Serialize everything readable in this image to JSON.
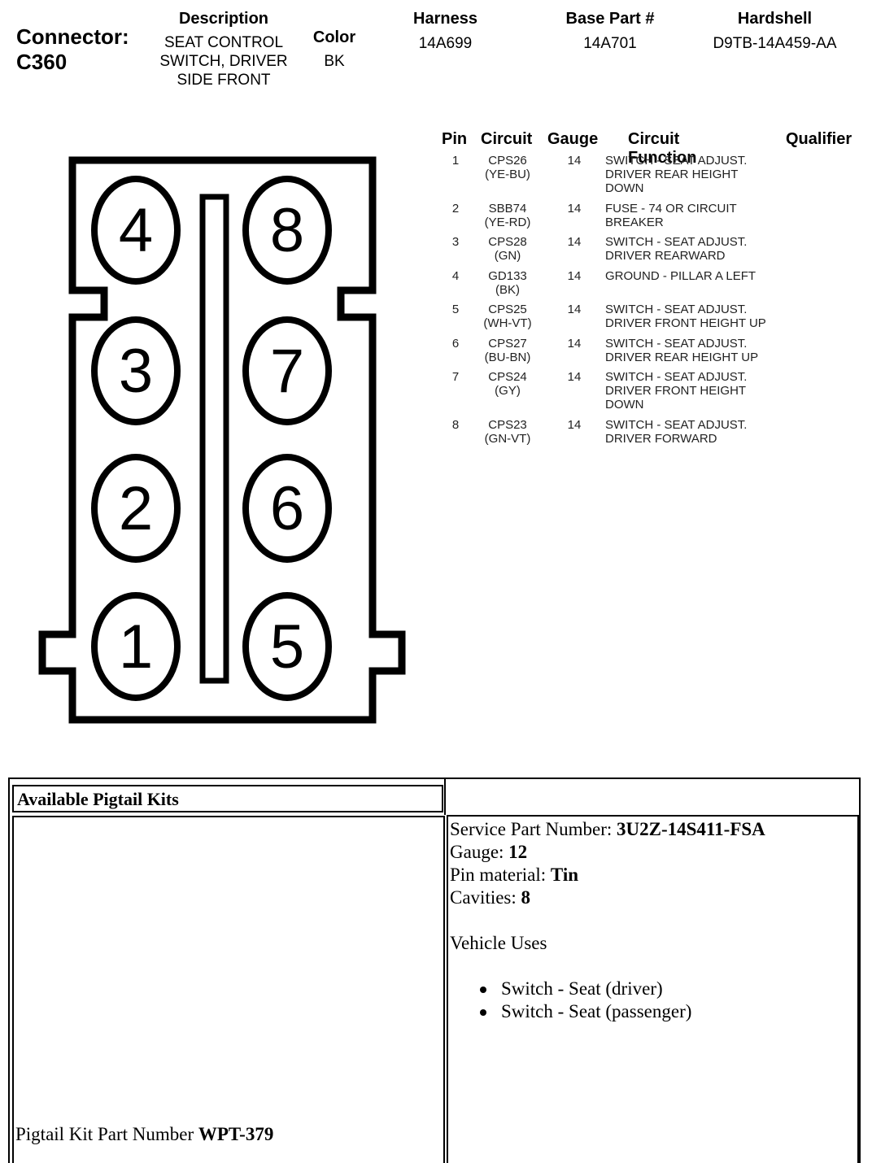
{
  "connector": {
    "label": "Connector:",
    "id": "C360",
    "description_label": "Description",
    "description_lines": [
      "SEAT CONTROL",
      "SWITCH, DRIVER",
      "SIDE FRONT"
    ],
    "color_label": "Color",
    "color_value": "BK",
    "harness_label": "Harness",
    "harness_value": "14A699",
    "base_part_label": "Base Part #",
    "base_part_value": "14A701",
    "hardshell_label": "Hardshell",
    "hardshell_value": "D9TB-14A459-AA"
  },
  "pin_table": {
    "headers": [
      "Pin",
      "Circuit",
      "Gauge",
      "Circuit Function",
      "Qualifier"
    ],
    "rows": [
      {
        "pin": "1",
        "circuit": "CPS26",
        "color": "(YE-BU)",
        "gauge": "14",
        "function": [
          "SWITCH - SEAT ADJUST.",
          "DRIVER REAR HEIGHT",
          "DOWN"
        ]
      },
      {
        "pin": "2",
        "circuit": "SBB74",
        "color": "(YE-RD)",
        "gauge": "14",
        "function": [
          "FUSE - 74 OR CIRCUIT",
          "BREAKER"
        ]
      },
      {
        "pin": "3",
        "circuit": "CPS28",
        "color": "(GN)",
        "gauge": "14",
        "function": [
          "SWITCH - SEAT ADJUST.",
          "DRIVER REARWARD"
        ]
      },
      {
        "pin": "4",
        "circuit": "GD133",
        "color": "(BK)",
        "gauge": "14",
        "function": [
          "GROUND - PILLAR A LEFT"
        ]
      },
      {
        "pin": "5",
        "circuit": "CPS25",
        "color": "(WH-VT)",
        "gauge": "14",
        "function": [
          "SWITCH - SEAT ADJUST.",
          "DRIVER FRONT HEIGHT UP"
        ]
      },
      {
        "pin": "6",
        "circuit": "CPS27",
        "color": "(BU-BN)",
        "gauge": "14",
        "function": [
          "SWITCH - SEAT ADJUST.",
          "DRIVER REAR HEIGHT UP"
        ]
      },
      {
        "pin": "7",
        "circuit": "CPS24",
        "color": "(GY)",
        "gauge": "14",
        "function": [
          "SWITCH - SEAT ADJUST.",
          "DRIVER FRONT HEIGHT",
          "DOWN"
        ]
      },
      {
        "pin": "8",
        "circuit": "CPS23",
        "color": "(GN-VT)",
        "gauge": "14",
        "function": [
          "SWITCH - SEAT ADJUST.",
          "DRIVER FORWARD"
        ]
      }
    ]
  },
  "diagram": {
    "left_pins": [
      "4",
      "3",
      "2",
      "1"
    ],
    "right_pins": [
      "8",
      "7",
      "6",
      "5"
    ]
  },
  "pigtail": {
    "header": "Available Pigtail Kits",
    "service_part_label": "Service Part Number: ",
    "service_part_value": "3U2Z-14S411-FSA",
    "gauge_label": "Gauge: ",
    "gauge_value": "12",
    "pin_material_label": "Pin material: ",
    "pin_material_value": "Tin",
    "cavities_label": "Cavities: ",
    "cavities_value": "8",
    "vehicle_uses_label": "Vehicle Uses",
    "vehicle_uses": [
      "Switch - Seat (driver)",
      "Switch - Seat (passenger)"
    ],
    "kit_part_label": "Pigtail Kit Part Number ",
    "kit_part_value": "WPT-379"
  }
}
